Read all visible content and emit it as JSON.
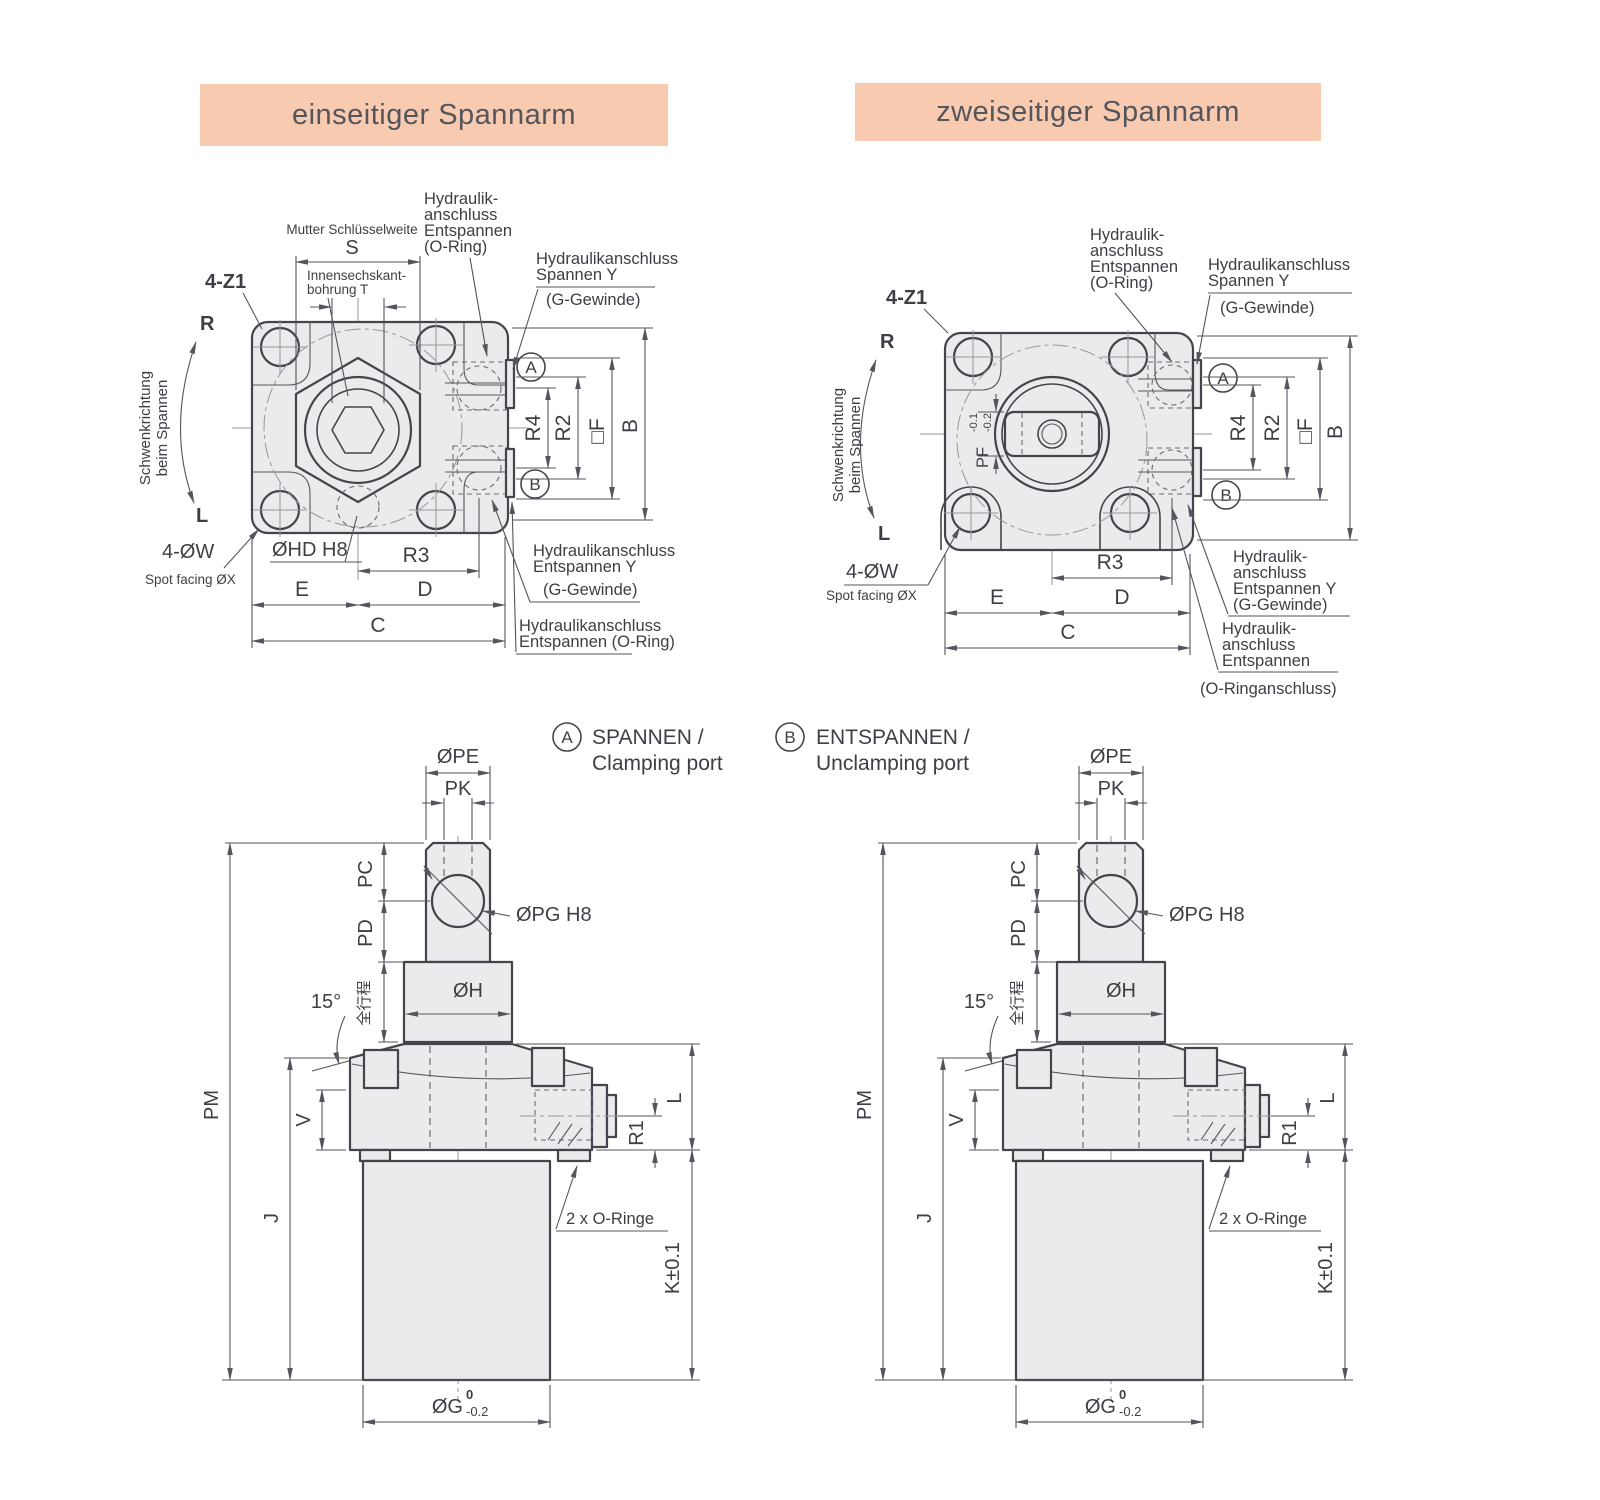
{
  "colors": {
    "header_bg": "#f8cbb1",
    "outline": "#44444c",
    "dim_line": "#55555d",
    "text": "#3e3e45",
    "body_fill": "#ebebed"
  },
  "headers": {
    "left": "einseitiger Spannarm",
    "right": "zweiseitiger Spannarm"
  },
  "legend": {
    "a_letter": "A",
    "a_title": "SPANNEN /",
    "a_subtitle": "Clamping port",
    "b_letter": "B",
    "b_title": "ENTSPANNEN /",
    "b_subtitle": "Unclamping port"
  },
  "top_left": {
    "nut_width_label": "Mutter Schlüsselweite",
    "dim_s": "S",
    "hex_bore_line1": "Innensechskant-",
    "hex_bore_line2": "bohrung T",
    "port_unclamp_top_line1": "Hydraulik-",
    "port_unclamp_top_line2": "anschluss",
    "port_unclamp_top_line3": "Entspannen",
    "port_unclamp_top_line4": "(O-Ring)",
    "port_clamp_line1": "Hydraulikanschluss",
    "port_clamp_line2": "Spannen Y",
    "port_clamp_line3": "(G-Gewinde)",
    "corner_label": "4-Z1",
    "dir_r": "R",
    "dir_l": "L",
    "swing_line1": "Schwenkrichtung",
    "swing_line2": "beim Spannen",
    "bolt_label": "4-ØW",
    "spot_label": "Spot facing ØX",
    "pilot_label": "ØHD H8",
    "port_a": "A",
    "port_b": "B",
    "dim_r4": "R4",
    "dim_r2": "R2",
    "dim_f": "□F",
    "dim_b": "B",
    "dim_r3": "R3",
    "dim_e": "E",
    "dim_d": "D",
    "dim_c": "C",
    "port_unclamp_y_line1": "Hydraulikanschluss",
    "port_unclamp_y_line2": "Entspannen Y",
    "port_unclamp_y_line3": "(G-Gewinde)",
    "port_unclamp_o_line1": "Hydraulikanschluss",
    "port_unclamp_o_line2": "Entspannen (O-Ring)"
  },
  "top_right": {
    "corner_label": "4-Z1",
    "dir_r": "R",
    "dir_l": "L",
    "swing_line1": "Schwenkrichtung",
    "swing_line2": "beim Spannen",
    "port_unclamp_top_line1": "Hydraulik-",
    "port_unclamp_top_line2": "anschluss",
    "port_unclamp_top_line3": "Entspannen",
    "port_unclamp_top_line4": "(O-Ring)",
    "port_clamp_line1": "Hydraulikanschluss",
    "port_clamp_line2": "Spannen Y",
    "port_clamp_line3": "(G-Gewinde)",
    "pf_label": "PF",
    "pf_tol_upper": "-0.1",
    "pf_tol_lower": "-0.2",
    "bolt_label": "4-ØW",
    "spot_label": "Spot facing ØX",
    "port_a": "A",
    "port_b": "B",
    "dim_r4": "R4",
    "dim_r2": "R2",
    "dim_f": "□F",
    "dim_b": "B",
    "dim_r3": "R3",
    "dim_e": "E",
    "dim_d": "D",
    "dim_c": "C",
    "port_unclamp_y_line1": "Hydraulik-",
    "port_unclamp_y_line2": "anschluss",
    "port_unclamp_y_line3": "Entspannen Y",
    "port_unclamp_y_line4": "(G-Gewinde)",
    "port_unclamp_o_line1": "Hydraulik-",
    "port_unclamp_o_line2": "anschluss",
    "port_unclamp_o_line3": "Entspannen",
    "port_unclamp_o_line4": "(O-Ringanschluss)"
  },
  "side": {
    "dim_ope": "ØPE",
    "dim_pk": "PK",
    "dim_pc": "PC",
    "dim_pd": "PD",
    "pin_bore_label": "ØPG H8",
    "dim_oh": "ØH",
    "angle_label": "15°",
    "full_stroke_label": "全行程",
    "dim_pm": "PM",
    "dim_v": "V",
    "dim_j": "J",
    "dim_l": "L",
    "dim_r1": "R1",
    "orings_label": "2 x O-Ringe",
    "dim_k": "K±0.1",
    "dim_og": "ØG",
    "og_tol_upper": "0",
    "og_tol_lower": "-0.2"
  }
}
